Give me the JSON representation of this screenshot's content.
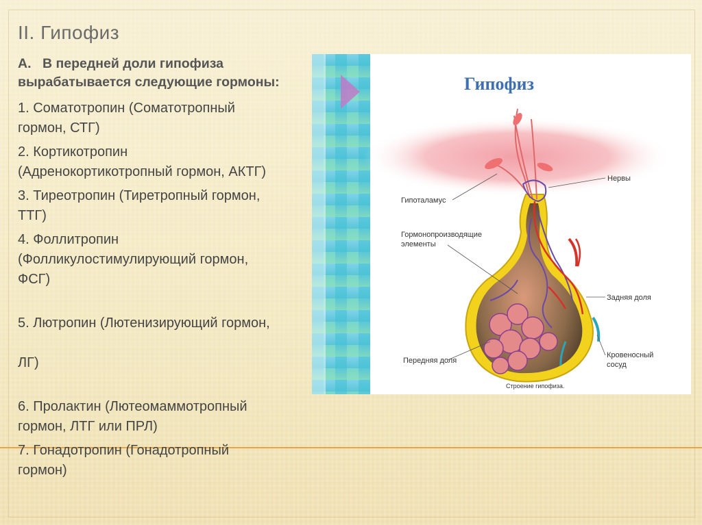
{
  "slide": {
    "title": "II. Гипофиз",
    "subtitle_marker": "А.",
    "subtitle_text": "В передней доли гипофиза вырабатывается следующие гормоны:",
    "items": [
      "1. Соматотропин (Соматотропный\nгормон, СТГ)",
      "2. Кортикотропин\n(Адренокортикотропный гормон, АКТГ)",
      "3. Тиреотропин (Тиретропный гормон,\nТТГ)",
      "4. Фоллитропин\n(Фолликулостимулирующий гормон,\nФСГ)",
      "5. Лютропин (Лютенизирующий гормон,",
      "ЛГ)",
      "6. Пролактин (Лютеомаммотропный\nгормон, ЛТГ или ПРЛ)",
      "7. Гонадотропин (Гонадотропный\nгормон)"
    ]
  },
  "figure": {
    "heading": "Гипофиз",
    "labels": {
      "nerves": "Нервы",
      "hypothalamus": "Гипоталамус",
      "hormone_elements_1": "Гормонопроизводящие",
      "hormone_elements_2": "элементы",
      "posterior_lobe": "Задняя доля",
      "anterior_lobe": "Передняя доля",
      "blood_vessel_1": "Кровеносный",
      "blood_vessel_2": "сосуд"
    },
    "caption": "Строение гипофиза."
  },
  "colors": {
    "title": "#6b6b6b",
    "accent_rule": "#e5a64a",
    "heading_blue": "#3e6fb0",
    "gland_yellow": "#f2d21c",
    "vessel_red": "#d6322a",
    "vessel_purple": "#6a4aa8",
    "vessel_teal": "#2aa6b8"
  }
}
